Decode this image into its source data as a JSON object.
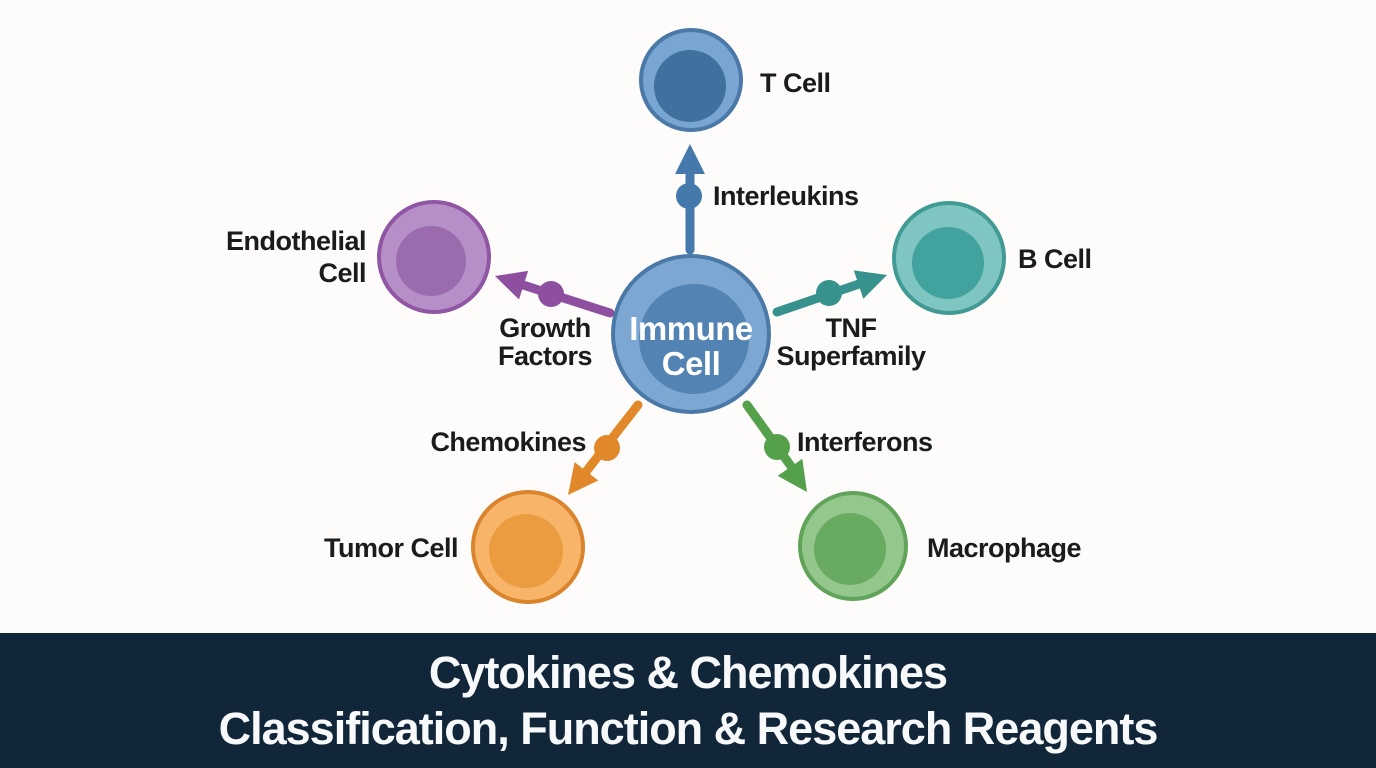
{
  "diagram": {
    "center_node": {
      "label_line1": "Immune",
      "label_line2": "Cell"
    },
    "nodes": {
      "t_cell": {
        "label": "T Cell"
      },
      "b_cell": {
        "label": "B Cell"
      },
      "endothelial": {
        "label_line1": "Endothelial",
        "label_line2": "Cell"
      },
      "tumor": {
        "label": "Tumor Cell"
      },
      "macrophage": {
        "label": "Macrophage"
      }
    },
    "edges": {
      "interleukins": {
        "label": "Interleukins"
      },
      "growth_factors": {
        "label_line1": "Growth",
        "label_line2": "Factors"
      },
      "tnf_superfamily": {
        "label_line1": "TNF",
        "label_line2": "Superfamily"
      },
      "chemokines": {
        "label": "Chemokines"
      },
      "interferons": {
        "label": "Interferons"
      }
    }
  },
  "colors": {
    "immune_outer": "#7ca7d2",
    "immune_inner": "#5283b2",
    "t_cell_outer": "#78a5d1",
    "t_cell_inner": "#40709d",
    "b_cell_outer": "#7fc6c2",
    "b_cell_inner": "#42a29d",
    "endothelial_outer": "#b78fc8",
    "endothelial_inner": "#9a6bad",
    "tumor_outer": "#f8b569",
    "tumor_inner": "#eb9c40",
    "macrophage_outer": "#93c78c",
    "macrophage_inner": "#69aa61",
    "arrow_blue": "#4579ab",
    "arrow_purple": "#8f4fa1",
    "arrow_teal": "#37918c",
    "arrow_orange": "#e0882a",
    "arrow_green": "#55a04b",
    "label_text": "#1b1b1b",
    "banner_background": "#122639",
    "banner_text": "#f8f9fa"
  },
  "banner": {
    "title_line1": "Cytokines & Chemokines",
    "title_line2": "Classification, Function & Research Reagents"
  }
}
